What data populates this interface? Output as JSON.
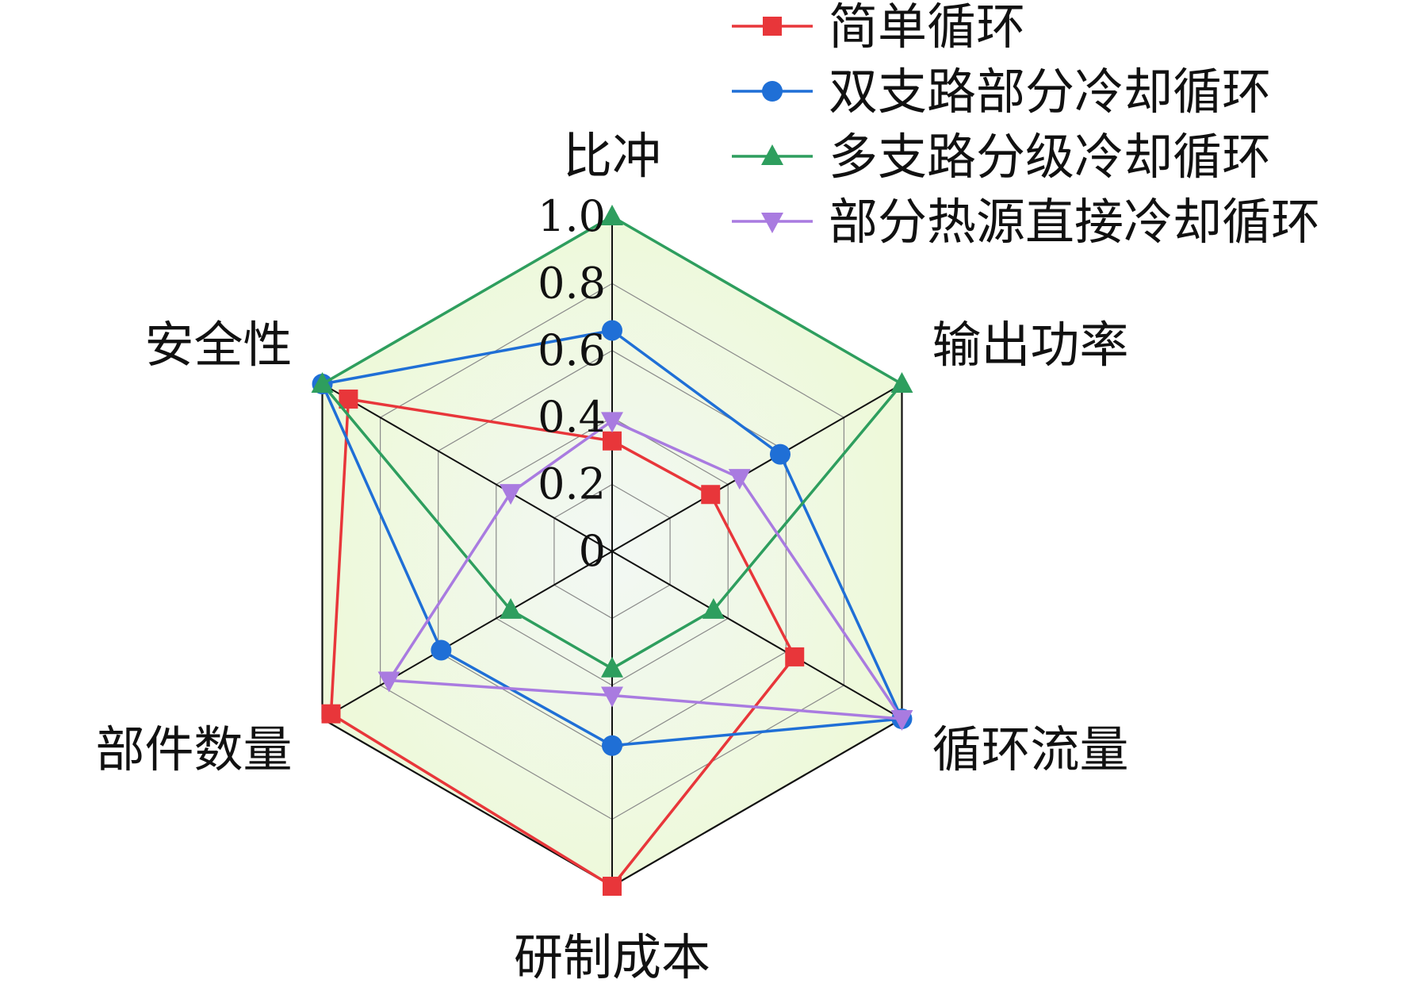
{
  "chart_data": {
    "type": "radar",
    "axes": [
      "比冲",
      "输出功率",
      "循环流量",
      "研制成本",
      "部件数量",
      "安全性"
    ],
    "range": [
      0,
      1.0
    ],
    "tick_labels": [
      "0",
      "0.2",
      "0.4",
      "0.6",
      "0.8",
      "1.0"
    ],
    "grid": true,
    "legend_position": "top-right",
    "series": [
      {
        "name": "简单循环",
        "color": "#e8363a",
        "marker": "square",
        "values": [
          0.33,
          0.34,
          0.63,
          1.0,
          0.97,
          0.91
        ]
      },
      {
        "name": "双支路部分冷却循环",
        "color": "#1f6fd6",
        "marker": "circle",
        "values": [
          0.66,
          0.58,
          1.0,
          0.58,
          0.59,
          1.0
        ]
      },
      {
        "name": "多支路分级冷却循环",
        "color": "#2e9e5e",
        "marker": "triangle-up",
        "values": [
          1.0,
          1.0,
          0.35,
          0.35,
          0.35,
          1.0
        ]
      },
      {
        "name": "部分热源直接冷却循环",
        "color": "#a97be0",
        "marker": "triangle-down",
        "values": [
          0.39,
          0.44,
          1.0,
          0.43,
          0.77,
          0.35
        ]
      }
    ]
  }
}
